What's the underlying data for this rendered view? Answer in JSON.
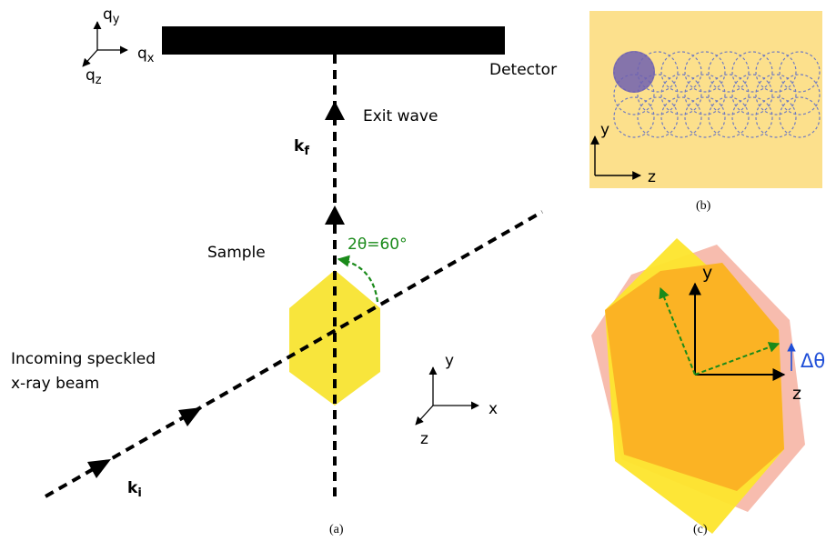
{
  "panel_a": {
    "caption": "(a)",
    "detector_label": "Detector",
    "exit_wave_label": "Exit wave",
    "kf_label": "k",
    "kf_sub": "f",
    "ki_label": "k",
    "ki_sub": "i",
    "sample_label": "Sample",
    "angle_label": "2θ=60°",
    "incoming_line1": "Incoming speckled",
    "incoming_line2": "x-ray beam",
    "q_axes": {
      "qy": "q",
      "qy_sub": "y",
      "qx": "q",
      "qx_sub": "x",
      "qz": "q",
      "qz_sub": "z"
    },
    "real_axes": {
      "y": "y",
      "x": "x",
      "z": "z"
    }
  },
  "panel_b": {
    "caption": "(b)",
    "axis_y": "y",
    "axis_z": "z",
    "background_color": "#fce08c",
    "probe_color": "#7060b0",
    "scan_circle_color": "#6070c8"
  },
  "panel_c": {
    "caption": "(c)",
    "axis_y": "y",
    "axis_z": "z",
    "rotation_label": "Δθ",
    "crystal_colors": {
      "rotated": "#f6b0a0",
      "original": "#fde52c",
      "overlap": "#fbb324"
    }
  },
  "colors": {
    "sample_yellow": "#f8e53c",
    "angle_green": "#1a8a1a",
    "rotation_blue": "#1f4fd8"
  }
}
